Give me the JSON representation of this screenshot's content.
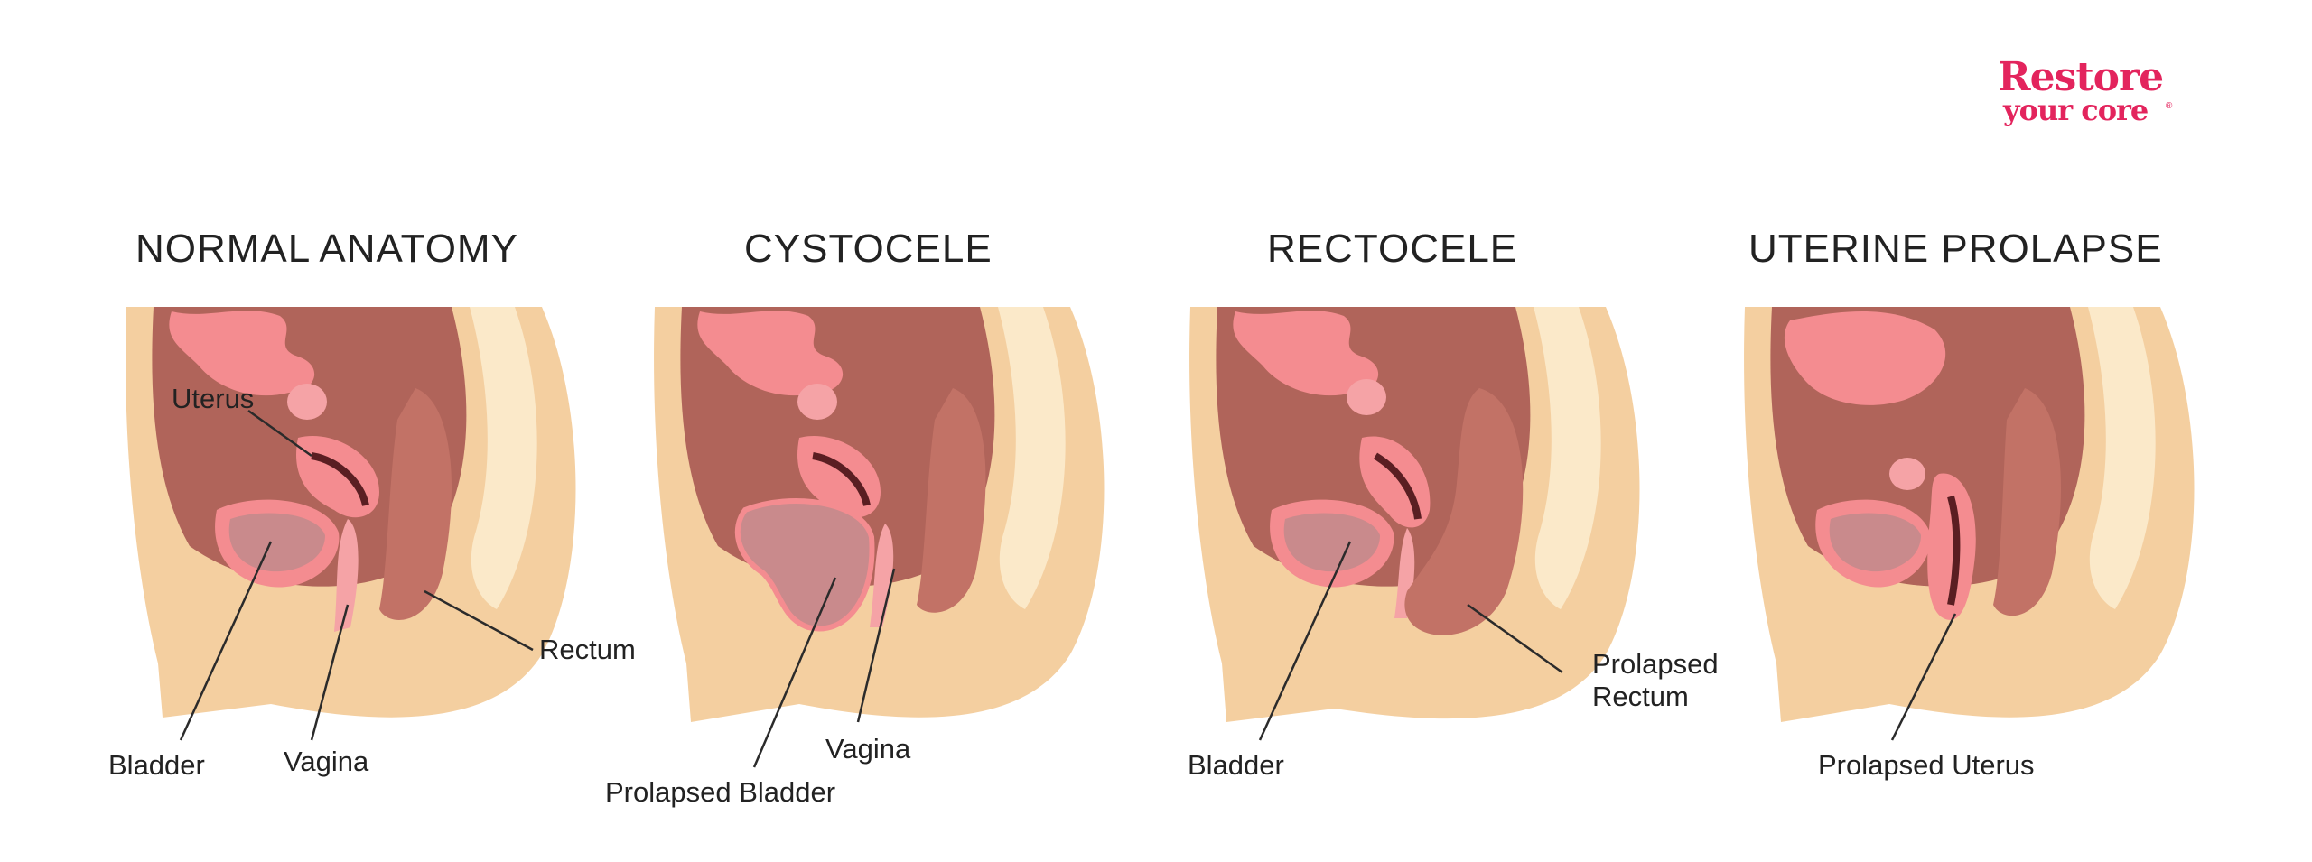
{
  "logo": {
    "line1": "Restore",
    "line2": "your core",
    "mark": "®",
    "color": "#e3245d"
  },
  "colors": {
    "skin": "#f4cfa0",
    "skin_dark": "#eab27a",
    "cavity": "#b0645a",
    "organ_pink": "#f48c90",
    "organ_light": "#f5a3a6",
    "rectum": "#c27266",
    "fat": "#fbe9c9",
    "line": "#2b2b2b"
  },
  "panels": [
    {
      "title": "NORMAL ANATOMY",
      "labels": {
        "uterus": "Uterus",
        "rectum": "Rectum",
        "bladder": "Bladder",
        "vagina": "Vagina"
      }
    },
    {
      "title": "CYSTOCELE",
      "labels": {
        "vagina": "Vagina",
        "prolapsed_bladder": "Prolapsed Bladder"
      }
    },
    {
      "title": "RECTOCELE",
      "labels": {
        "bladder": "Bladder",
        "prolapsed_rectum_1": "Prolapsed",
        "prolapsed_rectum_2": "Rectum"
      }
    },
    {
      "title": "UTERINE PROLAPSE",
      "labels": {
        "prolapsed_uterus": "Prolapsed Uterus"
      }
    }
  ]
}
